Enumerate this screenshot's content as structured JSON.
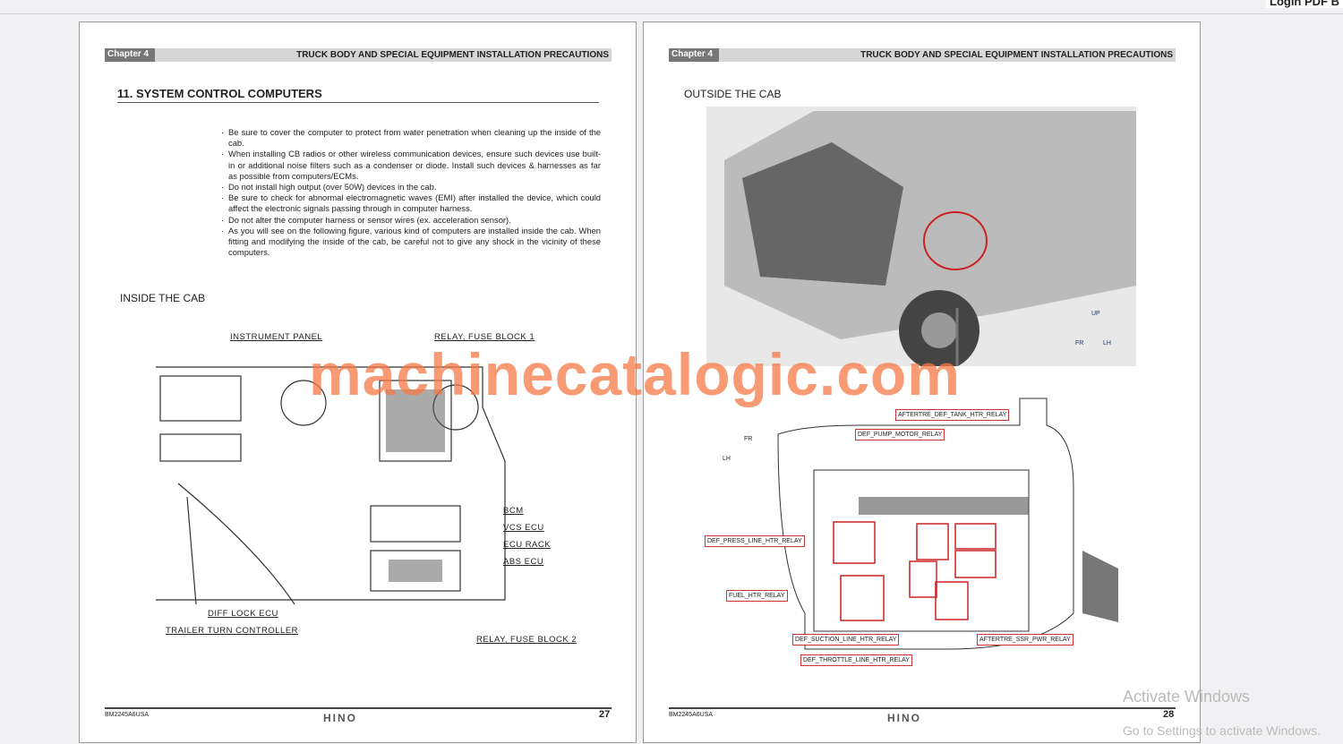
{
  "topbar": {
    "login": "Login PDF B"
  },
  "page1": {
    "chapter": "Chapter 4",
    "header": "TRUCK BODY AND SPECIAL EQUIPMENT INSTALLATION PRECAUTIONS",
    "title": "11. SYSTEM CONTROL COMPUTERS",
    "bullets": [
      "Be sure to cover the computer to protect from water penetration when cleaning up the inside of the cab.",
      "When installing CB radios or other wireless communication devices, ensure such devices use built-in or additional noise filters such as a condenser or diode. Install such devices & harnesses as far as possible from computers/ECMs.",
      "Do not install high output (over 50W) devices in the cab.",
      "Be sure to check for abnormal electromagnetic waves (EMI) after installed the device, which could affect the electronic signals passing through in computer harness.",
      "Do not alter the computer harness or sensor wires (ex. acceleration sensor).",
      "As you will see on the following figure, various kind of computers are installed inside the cab. When fitting and modifying the inside of the cab, be careful not to give any shock in the vicinity of these computers."
    ],
    "section": "INSIDE THE CAB",
    "labels": {
      "instrument": "INSTRUMENT PANEL",
      "relay1": "RELAY, FUSE BLOCK 1",
      "bcm": "BCM",
      "vcs": "VCS ECU",
      "rack": "ECU RACK",
      "abs": "ABS ECU",
      "diff": "DIFF LOCK ECU",
      "trailer": "TRAILER TURN CONTROLLER",
      "relay2": "RELAY, FUSE BLOCK 2"
    },
    "code": "BM2245A6USA",
    "logo": "HINO",
    "page_number": "27"
  },
  "page2": {
    "chapter": "Chapter 4",
    "header": "TRUCK BODY AND SPECIAL EQUIPMENT INSTALLATION PRECAUTIONS",
    "section": "OUTSIDE THE CAB",
    "axes": {
      "up": "UP",
      "fr": "FR",
      "lh": "LH"
    },
    "relays": [
      "AFTERTRE_DEF_TANK_HTR_RELAY",
      "DEF_PUMP_MOTOR_RELAY",
      "DEF_PRESS_LINE_HTR_RELAY",
      "FUEL_HTR_RELAY",
      "DEF_SUCTION_LINE_HTR_RELAY",
      "AFTERTRE_SSR_PWR_RELAY",
      "DEF_THROTTLE_LINE_HTR_RELAY"
    ],
    "code": "BM2245A6USA",
    "logo": "HINO",
    "page_number": "28"
  },
  "watermark": "machinecatalogic.com",
  "activate": {
    "title": "Activate Windows",
    "sub": "Go to Settings to activate Windows."
  }
}
